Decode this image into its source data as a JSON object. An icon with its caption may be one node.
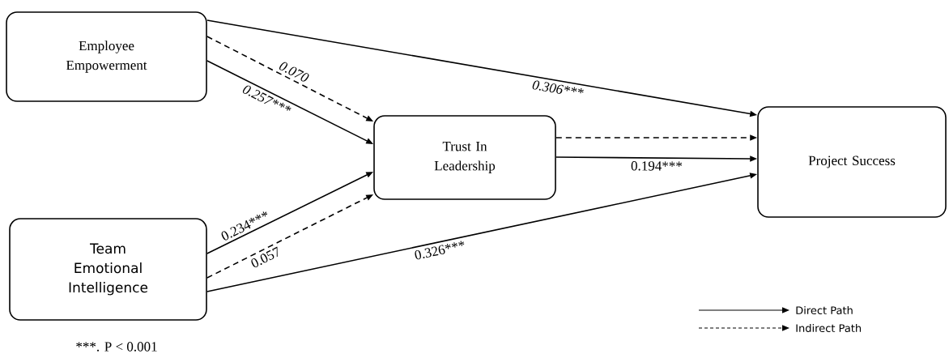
{
  "diagram": {
    "nodes": [
      {
        "text": [
          "Employee Empowerment"
        ]
      },
      {
        "text": [
          "Trust In Leadership"
        ]
      },
      {
        "text": [
          "Project Success"
        ]
      },
      {
        "text": [
          "Team Emotional Intelligence"
        ]
      }
    ],
    "edges": [
      {
        "from": 0,
        "to": 2,
        "arrow": "to",
        "label": "0.306***"
      },
      {
        "from": 0,
        "to": 1,
        "arrow": "to",
        "label": "0.070",
        "style": "dashed"
      },
      {
        "from": 0,
        "to": 1,
        "arrow": "to",
        "label": "0.257***"
      },
      {
        "from": 3,
        "to": 1,
        "arrow": "to",
        "label": "0.234***"
      },
      {
        "from": 3,
        "to": 1,
        "arrow": "to",
        "label": "0.057",
        "style": "dashed"
      },
      {
        "from": 3,
        "to": 2,
        "arrow": "to",
        "label": "0.326***"
      },
      {
        "from": 1,
        "to": 2,
        "arrow": "to",
        "style": "dashed"
      },
      {
        "from": 1,
        "to": 2,
        "arrow": "to",
        "label": "0.194***"
      }
    ],
    "labels": [
      "***. P < 0.001"
    ],
    "legend": [
      {
        "text": "Direct Path"
      },
      {
        "text": "Indirect Path"
      }
    ]
  }
}
